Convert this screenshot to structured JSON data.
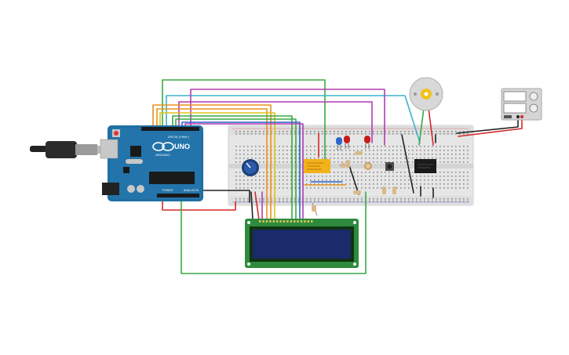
{
  "arduino": {
    "brand": "UNO",
    "sub_brand": "ARDUINO",
    "digital_label": "DIGITAL (PWM~)",
    "power_label": "POWER",
    "analog_label": "ANALOG IN",
    "board_color": "#1f6fa3"
  },
  "breadboard": {
    "color": "#e6e6e6"
  },
  "lcd": {
    "pcb_color": "#2e8b3e",
    "screen_color": "#1b2a6b"
  },
  "relay": {
    "color": "#f2b21c"
  },
  "wire_colors": {
    "green": "#3aa845",
    "purple": "#b23bb0",
    "cyan": "#3bb3c9",
    "orange": "#e8931c",
    "red": "#d62828",
    "black": "#222222",
    "yellow": "#e0c21a",
    "blue": "#2a66c9"
  },
  "icons": [
    "usb-plug-icon",
    "dc-motor-icon",
    "power-supply-icon",
    "potentiometer-icon",
    "push-button-icon"
  ]
}
